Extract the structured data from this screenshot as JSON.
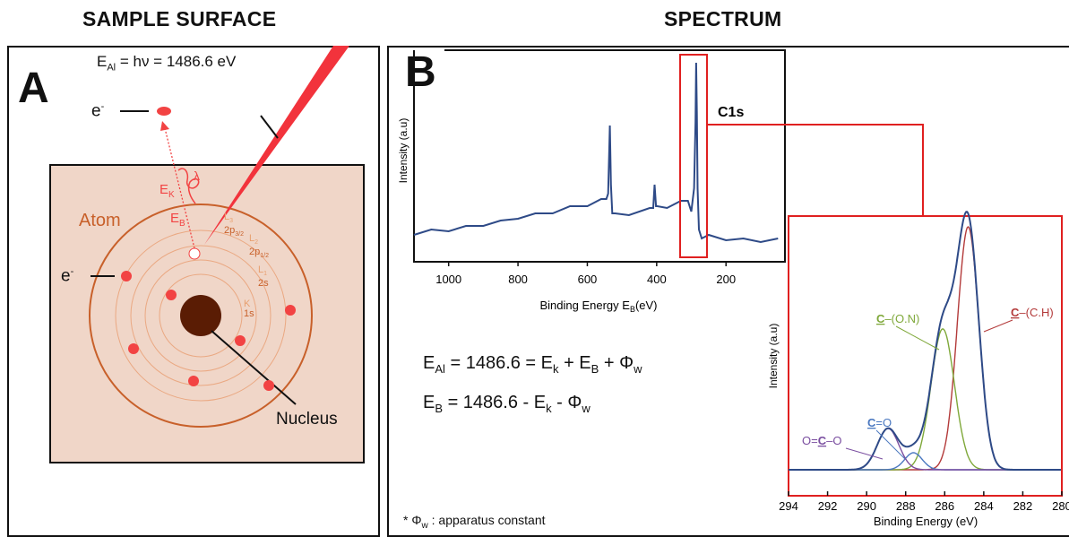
{
  "headings": {
    "left": "SAMPLE SURFACE",
    "right": "SPECTRUM"
  },
  "panel_a": {
    "letter": "A",
    "photon_label": "E",
    "photon_sub": "Al",
    "photon_eq": " = hν  = 1486.6 eV",
    "electron": "e",
    "electron_sup": "-",
    "ek": "E",
    "ek_sub": "K",
    "lambda": "λ",
    "eb": "E",
    "eb_sub": "B",
    "atom": "Atom",
    "nucleus": "Nucleus",
    "shells": [
      {
        "name": "L",
        "sub": "3",
        "orb": "2p",
        "orb_sub": "3/2"
      },
      {
        "name": "L",
        "sub": "2",
        "orb": "2p",
        "orb_sub": "1/2"
      },
      {
        "name": "L",
        "sub": "1",
        "orb": "2s",
        "orb_sub": ""
      },
      {
        "name": "K",
        "sub": "",
        "orb": "1s",
        "orb_sub": ""
      }
    ],
    "colors": {
      "surface": "#f0d6c8",
      "shell": "#c8602a",
      "electron": "#f24343",
      "nucleus": "#5a1c04",
      "beam": "#f2333c"
    }
  },
  "panel_b": {
    "letter": "B",
    "survey": {
      "ylabel": "Intensity (a.u)",
      "xlabel": "Binding Energy E",
      "xlabel_sub": "B",
      "xlabel_tail": "(eV)",
      "ticks": [
        "1000",
        "800",
        "600",
        "400",
        "200"
      ],
      "peak_label": "C1s"
    },
    "equation1": {
      "lhs": "E",
      "lhs_sub": "Al",
      "mid": " = 1486.6 = E",
      "k_sub": "k",
      "plus": " + E",
      "b_sub": "B",
      "plus2": " + Φ",
      "w_sub": "w"
    },
    "equation2": {
      "lhs": "E",
      "lhs_sub": "B",
      "mid": " = 1486.6 - E",
      "k_sub": "k",
      "minus": " - Φ",
      "w_sub": "w"
    },
    "footnote": {
      "prefix": "* Φ",
      "sub": "w",
      "tail": " : apparatus constant"
    },
    "c1s_plot": {
      "ylabel": "Intensity (a.u)",
      "xlabel": "Binding Energy (eV)",
      "ticks": [
        "294",
        "292",
        "290",
        "288",
        "286",
        "284",
        "282",
        "280"
      ],
      "labels": [
        {
          "c": "C",
          "text": "–(C.H)",
          "color": "#b33a3a"
        },
        {
          "c": "C",
          "text": "–(O.N)",
          "color": "#7fa83a"
        },
        {
          "c": "C",
          "text": "=O",
          "color": "#4a78c0"
        },
        {
          "prefix": "O=",
          "c": "C",
          "text": "–O",
          "color": "#7a4ea0"
        }
      ]
    },
    "colors": {
      "line": "#2e4a87",
      "box": "#e02020"
    }
  },
  "chart_data": [
    {
      "type": "line",
      "title": "",
      "xlabel": "Binding Energy E_B(eV)",
      "ylabel": "Intensity (a.u)",
      "xlim": [
        1100,
        30
      ],
      "xticks": [
        1000,
        800,
        600,
        400,
        200
      ],
      "series": [
        {
          "x": [
            1100,
            1050,
            1000,
            950,
            900,
            850,
            800,
            750,
            700,
            650,
            600,
            560,
            545,
            540,
            535,
            532,
            528,
            520,
            480,
            420,
            410,
            406,
            402,
            398,
            370,
            330,
            310,
            300,
            292,
            288,
            286,
            284,
            282,
            278,
            270,
            250,
            200,
            150,
            100,
            50
          ],
          "y": [
            0.04,
            0.05,
            0.06,
            0.07,
            0.09,
            0.1,
            0.13,
            0.14,
            0.16,
            0.18,
            0.2,
            0.22,
            0.24,
            0.25,
            0.65,
            0.3,
            0.16,
            0.14,
            0.15,
            0.17,
            0.19,
            0.3,
            0.2,
            0.18,
            0.19,
            0.21,
            0.23,
            0.15,
            0.3,
            0.65,
            1.0,
            0.7,
            0.3,
            0.05,
            0.02,
            0.02,
            0.01,
            0.0,
            0.0,
            0.0
          ]
        }
      ]
    },
    {
      "type": "line",
      "title": "",
      "xlabel": "Binding Energy (eV)",
      "ylabel": "Intensity (a.u)",
      "xlim": [
        294,
        280
      ],
      "xticks": [
        294,
        292,
        290,
        288,
        286,
        284,
        282,
        280
      ],
      "series": [
        {
          "color": "#b33a3a",
          "peak": 284.8,
          "height": 1.0,
          "sigma": 0.55
        },
        {
          "color": "#7fa83a",
          "peak": 286.1,
          "height": 0.58,
          "sigma": 0.6
        },
        {
          "color": "#4a78c0",
          "peak": 287.6,
          "height": 0.07,
          "sigma": 0.45
        },
        {
          "color": "#7a4ea0",
          "peak": 288.9,
          "height": 0.17,
          "sigma": 0.55
        },
        {
          "color": "#2e4a87",
          "envelope": true
        }
      ]
    }
  ]
}
